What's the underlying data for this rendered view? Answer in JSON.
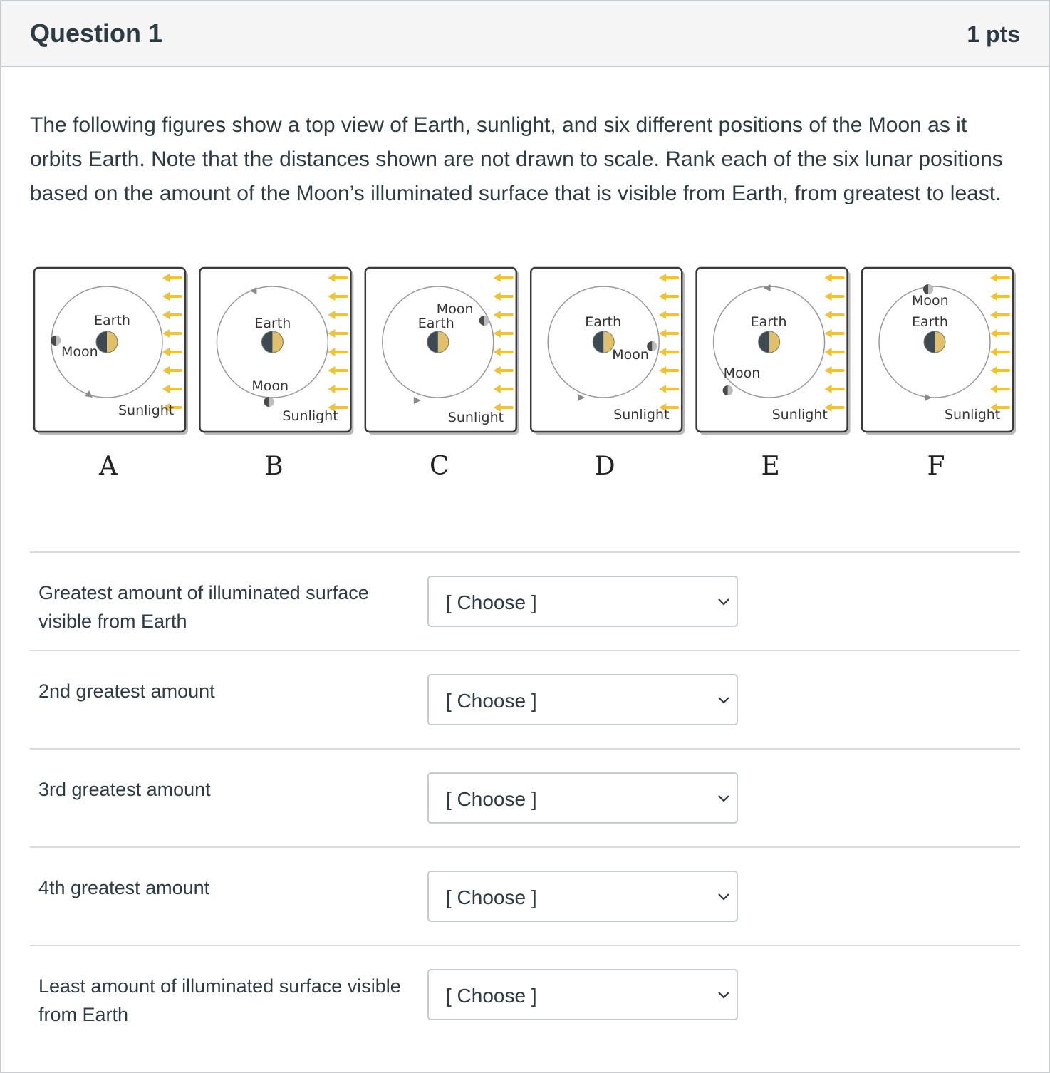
{
  "header": {
    "title": "Question 1",
    "points": "1 pts"
  },
  "question": {
    "text": "The following figures show a top view of Earth, sunlight, and six different positions of the Moon as it orbits Earth. Note that the distances shown are not drawn to scale. Rank each of the six lunar positions based on the amount of the Moon’s illuminated surface that is visible from Earth, from greatest to least."
  },
  "figure": {
    "panels": [
      {
        "letter": "A",
        "earth_label": "Earth",
        "moon_label": "Moon",
        "sunlight_label": "Sunlight"
      },
      {
        "letter": "B",
        "earth_label": "Earth",
        "moon_label": "Moon",
        "sunlight_label": "Sunlight"
      },
      {
        "letter": "C",
        "earth_label": "Earth",
        "moon_label": "Moon",
        "sunlight_label": "Sunlight"
      },
      {
        "letter": "D",
        "earth_label": "Earth",
        "moon_label": "Moon",
        "sunlight_label": "Sunlight"
      },
      {
        "letter": "E",
        "earth_label": "Earth",
        "moon_label": "Moon",
        "sunlight_label": "Sunlight"
      },
      {
        "letter": "F",
        "earth_label": "Earth",
        "moon_label": "Moon",
        "sunlight_label": "Sunlight"
      }
    ]
  },
  "answers": [
    {
      "label": "Greatest amount of illuminated surface visible from Earth",
      "selected": "[ Choose ]"
    },
    {
      "label": "2nd greatest amount",
      "selected": "[ Choose ]"
    },
    {
      "label": "3rd greatest amount",
      "selected": "[ Choose ]"
    },
    {
      "label": "4th greatest amount",
      "selected": "[ Choose ]"
    },
    {
      "label": "Least amount of illuminated surface visible from Earth",
      "selected": "[ Choose ]"
    }
  ],
  "colors": {
    "sunlight_arrow": "#f2c230",
    "earth_lit": "#e2c06a",
    "earth_dark": "#3d4a52",
    "moon": "#4a4a4a",
    "orbit": "#9a9a9a"
  }
}
